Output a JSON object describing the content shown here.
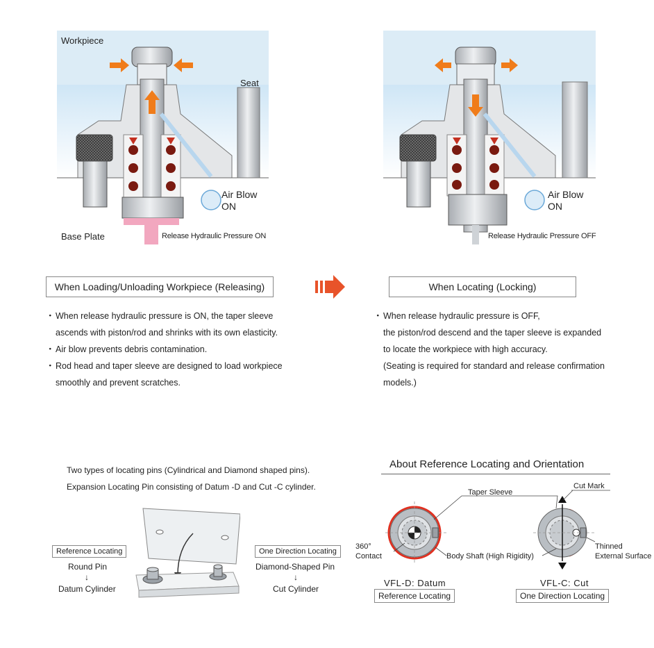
{
  "panel_left": {
    "workpiece_label": "Workpiece",
    "seat_label": "Seat",
    "air_blow_line1": "Air Blow",
    "air_blow_line2": "ON",
    "base_plate_label": "Base Plate",
    "pressure_label": "Release Hydraulic Pressure ON"
  },
  "panel_right": {
    "air_blow_line1": "Air Blow",
    "air_blow_line2": "ON",
    "pressure_label": "Release Hydraulic Pressure OFF"
  },
  "caption_left": "When Loading/Unloading Workpiece (Releasing)",
  "caption_right": "When Locating (Locking)",
  "bullets_left": [
    {
      "line1": "When release hydraulic pressure is ON, the taper sleeve",
      "line2": "ascends with piston/rod and shrinks with its own elasticity."
    },
    {
      "line1": "Air blow prevents debris contamination.",
      "line2": ""
    },
    {
      "line1": "Rod head and taper sleeve are designed to load workpiece",
      "line2": "smoothly and prevent scratches."
    }
  ],
  "bullets_right": {
    "line1": "When release hydraulic pressure is OFF,",
    "line2": "the piston/rod descend and the taper sleeve is expanded",
    "line3": "to locate the workpiece with high accuracy.",
    "line4": "(Seating is required for standard and release confirmation",
    "line5": "models.)"
  },
  "bullet_glyph": "・",
  "lower_left": {
    "line1": "Two types of locating pins (Cylindrical and Diamond shaped pins).",
    "line2": "Expansion Locating Pin consisting of Datum -D and Cut -C cylinder.",
    "ref_box": "Reference Locating",
    "round_pin": "Round Pin",
    "datum_cyl": "Datum Cylinder",
    "one_dir_box": "One Direction Locating",
    "diamond_pin": "Diamond-Shaped Pin",
    "cut_cyl": "Cut Cylinder",
    "down_arrow": "↓"
  },
  "lower_right": {
    "title": "About Reference Locating and Orientation",
    "taper_sleeve": "Taper Sleeve",
    "cut_mark": "Cut Mark",
    "contact_line1": "360°",
    "contact_line2": "Contact",
    "body_shaft": "Body Shaft (High Rigidity)",
    "thinned_line1": "Thinned",
    "thinned_line2": "External Surface",
    "vfl_d": "VFL-D: Datum",
    "vfl_d_box": "Reference Locating",
    "vfl_c": "VFL-C: Cut",
    "vfl_c_box": "One Direction Locating"
  },
  "colors": {
    "accent_orange": "#f07c1a",
    "arrow_red": "#e8532a",
    "hydraulic_pink": "#f2a7bf",
    "air_blue": "#dcecf8",
    "metal": "#c8ccd0",
    "ball": "#7a1a10",
    "contact_red": "#e03020"
  }
}
